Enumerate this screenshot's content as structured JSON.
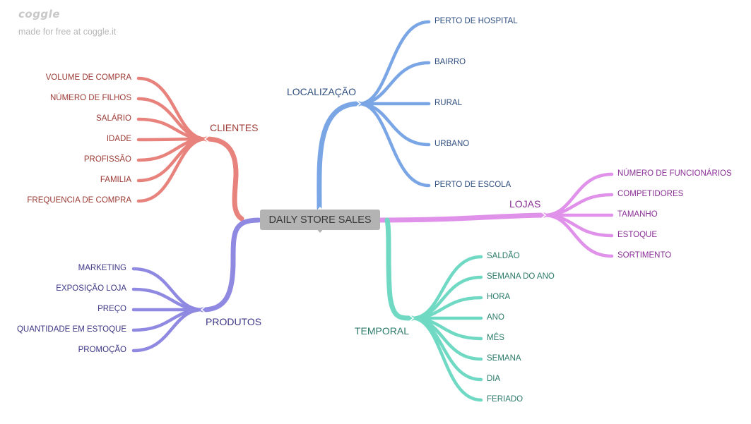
{
  "watermark": {
    "logo": "coggle",
    "note": "made for free at coggle.it"
  },
  "central": {
    "label": "DAILY STORE SALES"
  },
  "branches": [
    {
      "id": "clientes",
      "label": "CLIENTES",
      "color": "#e8827c",
      "text_color": "#9b3a34",
      "leaves": [
        "VOLUME DE COMPRA",
        "NÚMERO DE FILHOS",
        "SALÁRIO",
        "IDADE",
        "PROFISSÃO",
        "FAMILIA",
        "FREQUENCIA DE COMPRA"
      ]
    },
    {
      "id": "localizacao",
      "label": "LOCALIZAÇÃO",
      "color": "#7aa6e6",
      "text_color": "#2f4e80",
      "leaves": [
        "PERTO DE HOSPITAL",
        "BAIRRO",
        "RURAL",
        "URBANO",
        "PERTO DE ESCOLA"
      ]
    },
    {
      "id": "lojas",
      "label": "LOJAS",
      "color": "#e091ea",
      "text_color": "#8a2f96",
      "leaves": [
        "NÚMERO DE FUNCIONÁRIOS",
        "COMPETIDORES",
        "TAMANHO",
        "ESTOQUE",
        "SORTIMENTO"
      ]
    },
    {
      "id": "temporal",
      "label": "TEMPORAL",
      "color": "#6fd9c3",
      "text_color": "#2b7a68",
      "leaves": [
        "SALDÃO",
        "SEMANA DO ANO",
        "HORA",
        "ANO",
        "MÊS",
        "SEMANA",
        "DIA",
        "FERIADO"
      ]
    },
    {
      "id": "produtos",
      "label": "PRODUTOS",
      "color": "#9089e2",
      "text_color": "#3c3685",
      "leaves": [
        "MARKETING",
        "EXPOSIÇÃO LOJA",
        "PREÇO",
        "QUANTIDADE EM ESTOQUE",
        "PROMOÇÃO"
      ]
    }
  ]
}
